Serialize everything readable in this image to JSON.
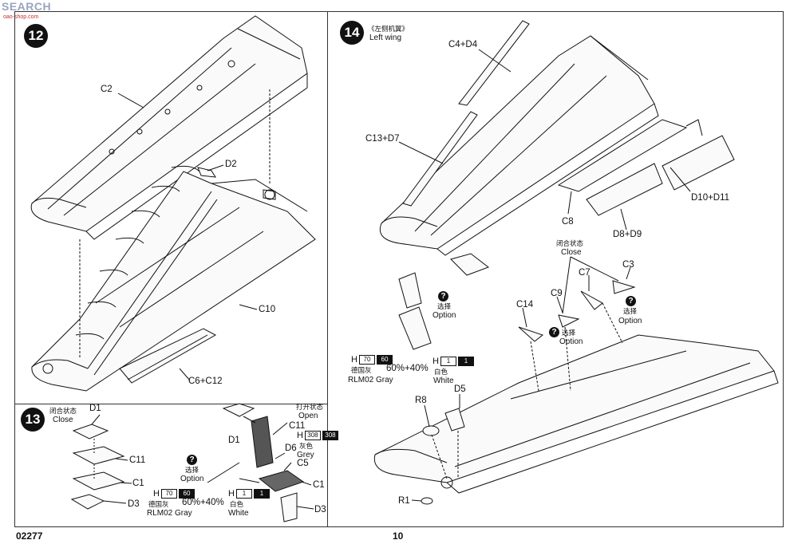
{
  "watermark": {
    "brand": "SEARCH",
    "sub": "oao-shop.com"
  },
  "footer": {
    "code": "02277",
    "page": "10"
  },
  "step12": {
    "number": "12",
    "parts": {
      "c2": "C2",
      "d2": "D2",
      "c10": "C10",
      "c6c12": "C6+C12"
    }
  },
  "step13": {
    "number": "13",
    "close_cn": "闭合状态",
    "close_en": "Close",
    "open_cn": "打开状态",
    "open_en": "Open",
    "option_cn": "选择",
    "option_en": "Option",
    "parts_left": {
      "d1": "D1",
      "c11": "C11",
      "c1": "C1",
      "d3": "D3"
    },
    "parts_right": {
      "d1": "D1",
      "c11": "C11",
      "d6": "D6",
      "c5": "C5",
      "c1": "C1",
      "d3": "D3"
    },
    "paint_grey": {
      "h": "H",
      "a": "70",
      "b": "60",
      "pct": "60%+40%",
      "cn": "德国灰",
      "en": "RLM02 Gray"
    },
    "paint_white": {
      "h": "H",
      "a": "1",
      "b": "1",
      "cn": "白色",
      "en": "White"
    },
    "paint_grey2": {
      "h": "H",
      "a": "308",
      "b": "308",
      "cn": "灰色",
      "en": "Grey"
    }
  },
  "step14": {
    "number": "14",
    "title_cn": "《左侧机翼》",
    "title_en": "Left wing",
    "close_cn": "闭合状态",
    "close_en": "Close",
    "option_cn": "选择",
    "option_en": "Option",
    "parts": {
      "c4d4": "C4+D4",
      "c13d7": "C13+D7",
      "c8": "C8",
      "d8d9": "D8+D9",
      "d10d11": "D10+D11",
      "c3": "C3",
      "c7": "C7",
      "c9": "C9",
      "c14": "C14",
      "r8": "R8",
      "d5": "D5",
      "r1": "R1"
    },
    "paint_grey": {
      "h": "H",
      "a": "70",
      "b": "60",
      "pct": "60%+40%",
      "cn": "德国灰",
      "en": "RLM02 Gray"
    },
    "paint_white": {
      "h": "H",
      "a": "1",
      "b": "1",
      "cn": "白色",
      "en": "White"
    }
  }
}
